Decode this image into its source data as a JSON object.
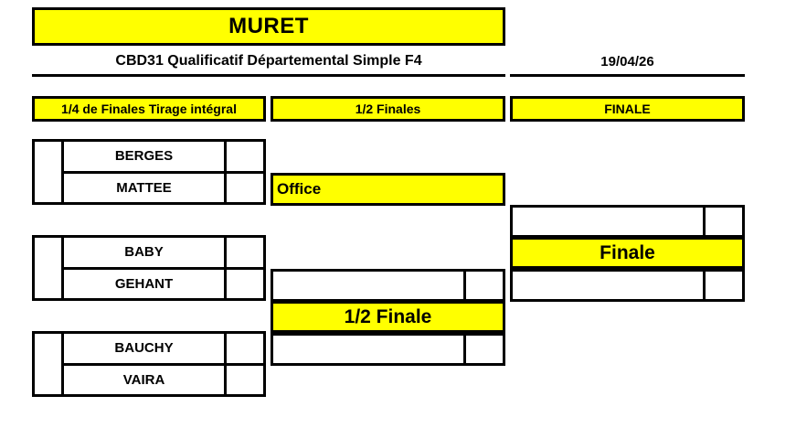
{
  "header": {
    "venue": "MURET",
    "event": "CBD31 Qualificatif Départemental Simple F4",
    "date": "19/04/26"
  },
  "colors": {
    "highlight": "#ffff00",
    "border": "#000000",
    "background": "#ffffff"
  },
  "rounds": [
    {
      "key": "quarter",
      "label": "1/4 de Finales Tirage intégral"
    },
    {
      "key": "semi",
      "label": "1/2 Finales"
    },
    {
      "key": "final",
      "label": "FINALE"
    }
  ],
  "quarter_finals": [
    {
      "seed": "",
      "players": [
        {
          "name": "BERGES",
          "score": ""
        },
        {
          "name": "MATTEE",
          "score": ""
        }
      ]
    },
    {
      "seed": "",
      "players": [
        {
          "name": "BABY",
          "score": ""
        },
        {
          "name": "GEHANT",
          "score": ""
        }
      ]
    },
    {
      "seed": "",
      "players": [
        {
          "name": "BAUCHY",
          "score": ""
        },
        {
          "name": "VAIRA",
          "score": ""
        }
      ]
    }
  ],
  "semi_finals": {
    "label": "1/2 Finale",
    "slots": [
      {
        "name": "Office",
        "score": "",
        "highlighted": true
      },
      {
        "name": "",
        "score": "",
        "highlighted": false
      },
      {
        "name": "",
        "score": "",
        "highlighted": false
      }
    ]
  },
  "final": {
    "label": "Finale",
    "slots": [
      {
        "name": "",
        "score": ""
      },
      {
        "name": "",
        "score": ""
      }
    ]
  }
}
